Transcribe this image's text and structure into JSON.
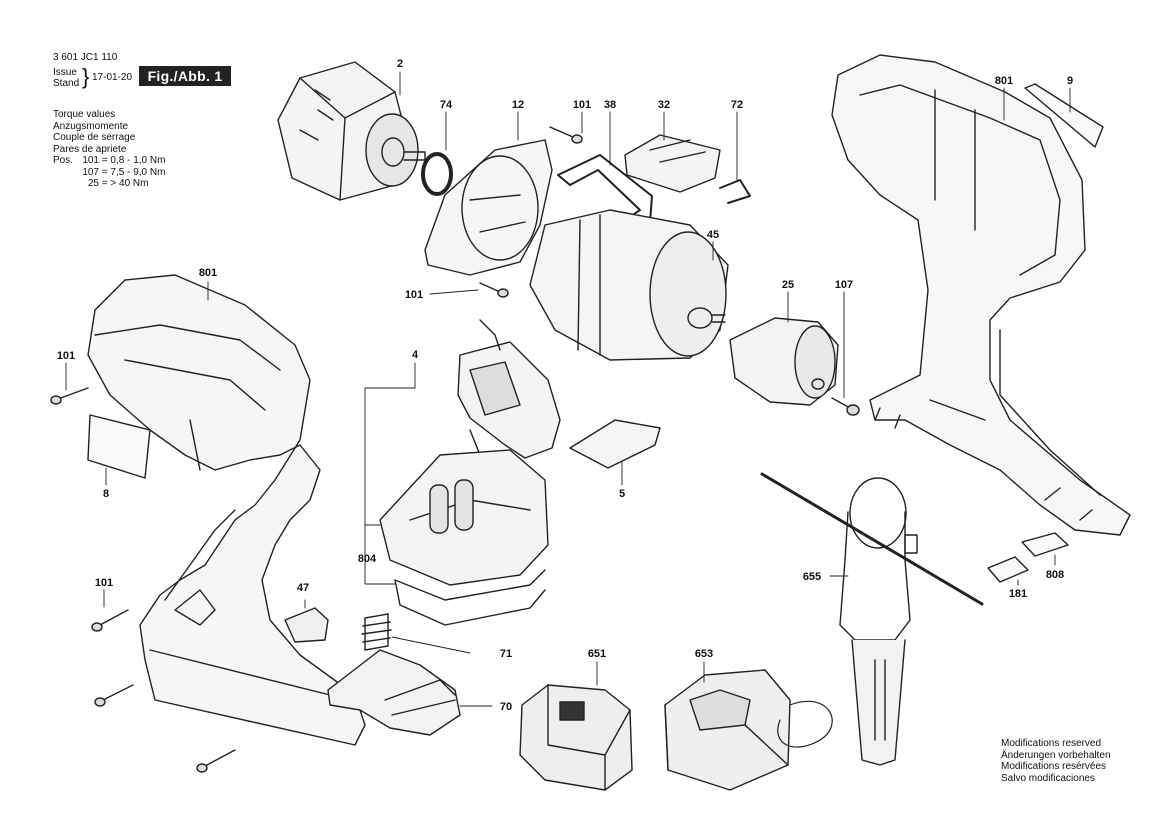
{
  "header": {
    "drawing_number": "3 601 JC1 110",
    "issue_label": "Issue",
    "stand_label": "Stand",
    "date": "17-01-20",
    "figure_label": "Fig./Abb. 1"
  },
  "torque": {
    "titles": [
      "Torque values",
      "Anzugsmomente",
      "Couple de serrage",
      "Pares de apriete"
    ],
    "rows": [
      {
        "pos": "Pos.",
        "part": "101",
        "value": "= 0,8 - 1,0 Nm"
      },
      {
        "pos": "",
        "part": "107",
        "value": "= 7,5 - 9,0 Nm"
      },
      {
        "pos": "",
        "part": "25",
        "value": "= > 40 Nm"
      }
    ]
  },
  "footer": {
    "lines": [
      "Modifications reserved",
      "Änderungen vorbehalten",
      "Modifications resérvées",
      "Salvo modificaciones"
    ]
  },
  "parts": {
    "p2": "2",
    "p74": "74",
    "p12": "12",
    "p101a": "101",
    "p38": "38",
    "p32": "32",
    "p72": "72",
    "p801a": "801",
    "p9": "9",
    "p45": "45",
    "p101b": "101",
    "p25": "25",
    "p107": "107",
    "p801b": "801",
    "p101c": "101",
    "p4": "4",
    "p8": "8",
    "p5": "5",
    "p804": "804",
    "p655": "655",
    "p181": "181",
    "p808": "808",
    "p101d": "101",
    "p47": "47",
    "p71": "71",
    "p651": "651",
    "p653": "653",
    "p70": "70"
  }
}
